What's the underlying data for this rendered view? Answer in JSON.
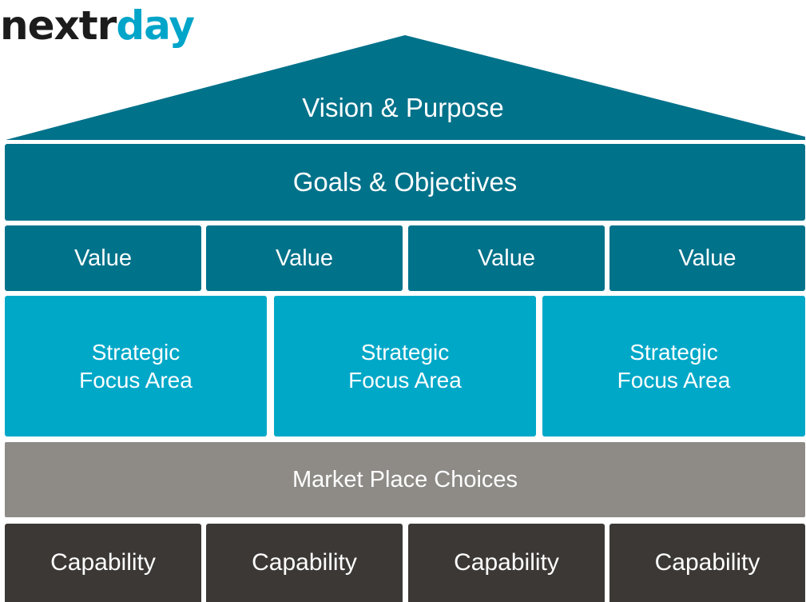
{
  "logo": {
    "part1": "nextr",
    "part2": "day",
    "color_dark": "#1c1c1c",
    "color_accent": "#00a5c9"
  },
  "house": {
    "roof_label": "Vision & Purpose",
    "goals_label": "Goals & Objectives",
    "values": [
      "Value",
      "Value",
      "Value",
      "Value"
    ],
    "focus_areas": [
      {
        "line1": "Strategic",
        "line2": "Focus Area"
      },
      {
        "line1": "Strategic",
        "line2": "Focus Area"
      },
      {
        "line1": "Strategic",
        "line2": "Focus Area"
      }
    ],
    "market_label": "Market Place Choices",
    "capabilities": [
      "Capability",
      "Capability",
      "Capability",
      "Capability"
    ]
  },
  "colors": {
    "dark_teal": "#00728a",
    "light_teal": "#00a8c8",
    "gray": "#8e8b87",
    "charcoal": "#3c3835",
    "text": "#ffffff"
  }
}
